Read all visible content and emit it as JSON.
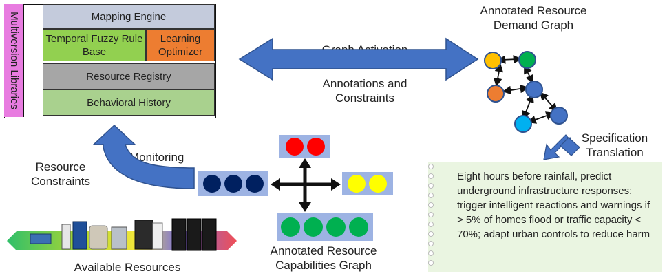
{
  "engine": {
    "libraries_label": "Multiversion Libraries",
    "mapping_engine": "Mapping Engine",
    "temporal_fuzzy": "Temporal Fuzzy Rule Base",
    "learning_optimizer": "Learning Optimizer",
    "resource_registry": "Resource Registry",
    "behavioral_history": "Behavioral History"
  },
  "arrows": {
    "graph_activation": "Graph Activation",
    "annotations_constraints": "Annotations and Constraints",
    "monitoring": "Monitoring",
    "resource_constraints": "Resource Constraints",
    "specification_translation": "Specification Translation"
  },
  "demand_graph": {
    "title": "Annotated Resource Demand Graph"
  },
  "capabilities_graph": {
    "title": "Annotated Resource Capabilities Graph"
  },
  "resources": {
    "label": "Available Resources"
  },
  "requirement": {
    "text": "Eight hours before rainfall, predict underground infrastructure responses; trigger intelligent reactions and warnings if > 5% of homes flood or traffic capacity < 70%; adapt urban controls to reduce harm"
  },
  "colors": {
    "temporal_fuzzy": "#92d050",
    "learning_optimizer": "#ed7d31",
    "mapping_engine": "#c4cbdc",
    "resource_registry": "#a6a6a6",
    "behavioral_history": "#a9d18e",
    "libraries": "#e87ce0",
    "arrow_blue": "#4472c4",
    "node_orange": "#ed7d31",
    "node_yellow": "#ffc000",
    "node_green": "#00b050",
    "node_blue": "#4472c4",
    "node_cyan": "#00b0f0",
    "token_navy": "#002060",
    "token_red": "#ff0000",
    "token_yellow": "#ffff00",
    "token_green": "#00b050"
  },
  "icons": {
    "resources_strip": "hardware-strip-icon",
    "cross_arrow": "four-way-arrow-icon"
  }
}
